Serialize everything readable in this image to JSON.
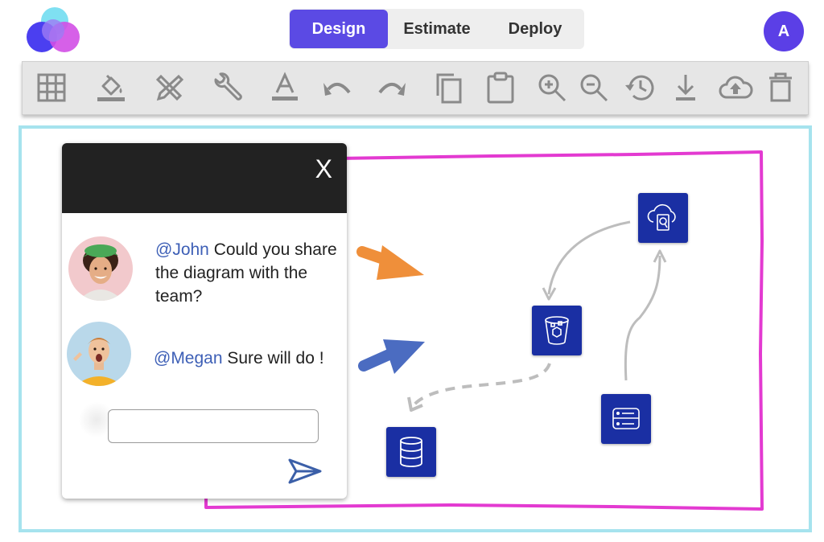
{
  "nav": {
    "tabs": [
      {
        "label": "Design",
        "active": true
      },
      {
        "label": "Estimate",
        "active": false
      },
      {
        "label": "Deploy",
        "active": false
      }
    ]
  },
  "user": {
    "initial": "A"
  },
  "toolbar": {
    "icons": [
      "grid-icon",
      "fill-color-icon",
      "ruler-pencil-icon",
      "wrench-icon",
      "text-color-icon",
      "undo-icon",
      "redo-icon",
      "copy-icon",
      "paste-icon",
      "zoom-in-icon",
      "zoom-out-icon",
      "history-icon",
      "download-icon",
      "cloud-upload-icon",
      "delete-icon"
    ]
  },
  "chat": {
    "close_label": "X",
    "messages": [
      {
        "mention": "@John",
        "text": " Could you share the diagram with the team?"
      },
      {
        "mention": "@Megan",
        "text": " Sure will do !"
      }
    ],
    "input": {
      "value": "",
      "placeholder": ""
    }
  },
  "colors": {
    "accent": "#5b4ae4",
    "service_blue": "#1a2fa3",
    "frame_magenta": "#e33ad1",
    "canvas_border": "#a6e3ee",
    "arrow_orange": "#ef8f3a",
    "arrow_blue": "#4b6cc1",
    "mention": "#3d5fb6"
  },
  "diagram": {
    "nodes": [
      "cloud-storage-icon",
      "bucket-icon",
      "server-icon",
      "database-icon"
    ]
  }
}
